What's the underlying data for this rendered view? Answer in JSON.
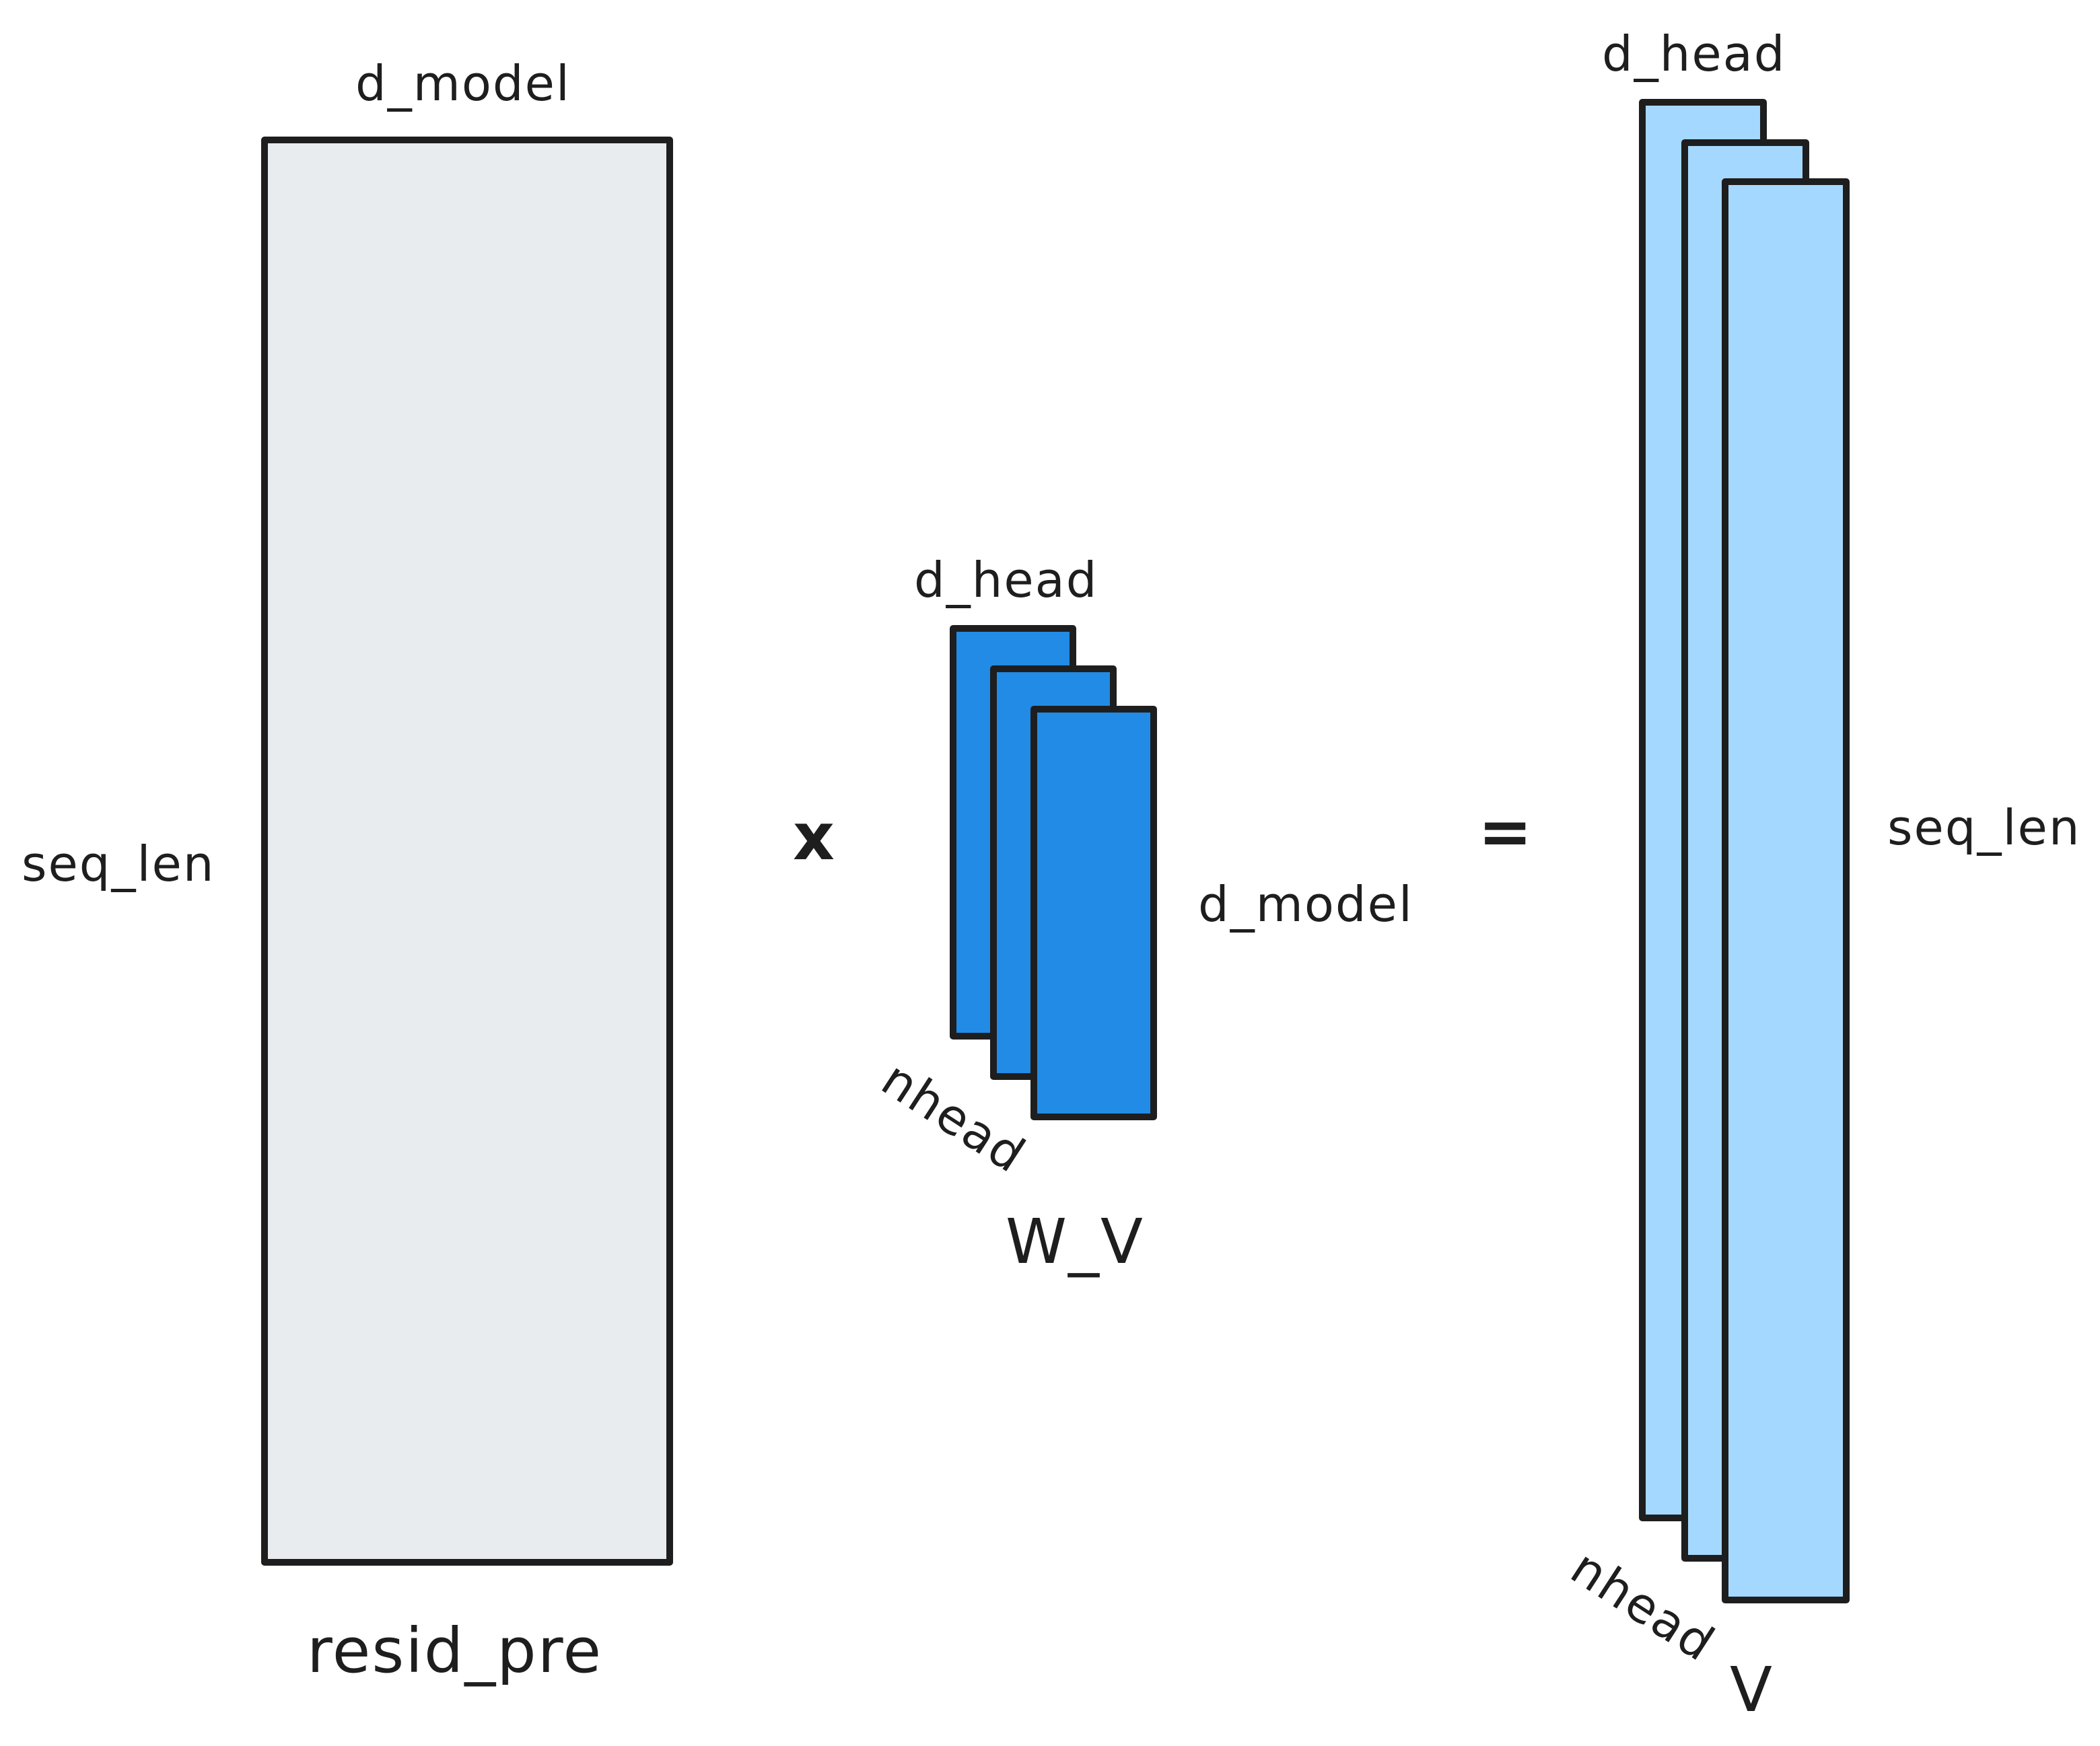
{
  "resid_pre": {
    "name": "resid_pre",
    "top_dim": "d_model",
    "side_dim": "seq_len",
    "fill": "#e9ecef"
  },
  "operator_multiply": "x",
  "w_v": {
    "name": "W_V",
    "top_dim": "d_head",
    "side_dim": "d_model",
    "stack_dim": "nhead",
    "fill": "#228be6"
  },
  "operator_equals": "=",
  "v": {
    "name": "V",
    "top_dim": "d_head",
    "side_dim": "seq_len",
    "stack_dim": "nhead",
    "fill": "#a5d8ff"
  },
  "stroke_color": "#1e1e1e"
}
